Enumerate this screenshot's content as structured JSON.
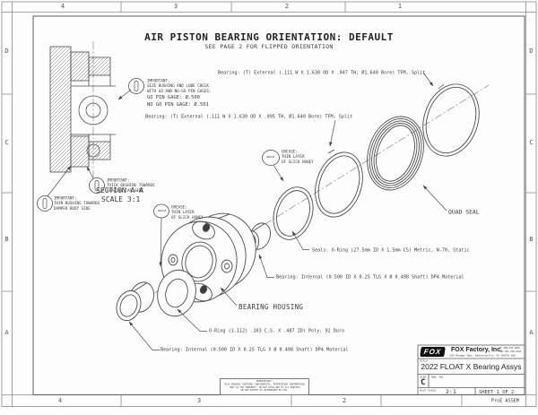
{
  "sheet": {
    "zones_top": [
      "4",
      "3",
      "2",
      "1"
    ],
    "zones_bottom": [
      "4",
      "3",
      "2"
    ],
    "zones_left": [
      "D",
      "C",
      "B",
      "A"
    ],
    "zones_right": [
      "D",
      "C",
      "B",
      "A"
    ],
    "proe_note": "ProE ASSEM"
  },
  "header": {
    "title": "AIR PISTON BEARING ORIENTATION: DEFAULT",
    "subtitle": "SEE PAGE 2 FOR FLIPPED ORIENTATION"
  },
  "section_view": {
    "name": "SECTION A-A",
    "scale": "SCALE 3:1",
    "important_gage": "IMPORTANT:\nSIZE BUSHING AND LUBE CHECK\nWITH GO AND NO-GO PIN GAGES:",
    "go_gage": "GO PIN GAGE: Ø.500",
    "no_go_gage": "NO GO PIN GAGE: Ø.501",
    "important_thick": "IMPORTANT:\nTHICK BUSHING TOWARDS\nBEARING CAP SIDE",
    "important_thin": "IMPORTANT:\nTHIN BUSHING TOWARDS\nDAMPER BODY SIDE"
  },
  "exploded_view": {
    "bearing_thin": "Bearing: (T) External (.111 W X 1.630 OD X .047 TH, Ø1.640 Bore) TFM, Split",
    "bearing_thick": "Bearing: (T) External (.111 W X 1.630 OD X .095 TH, Ø1.640 Bore) TFM, Split",
    "grease_balloon": "GREASE",
    "grease_upper": "GREASE:\nTHIN LAYER\nOF SLICK HONEY",
    "grease_lower": "GREASE:\nTHIN LAYER\nOF SLICK HONEY",
    "seals": "Seals: O-Ring (27.5mm ID X 1.5mm CS) Metric, N-70, Static",
    "bearing_internal_upper": "Bearing: Internal (0.500 ID X 0.25 TLG X Ø 0.498 Shaft)  DP4 Material",
    "bearing_housing": "BEARING HOUSING",
    "oring_poly": "O-Ring (1-112) .103 C.S. X .487 ID) Poly, 92 Duro",
    "bearing_internal_lower": "Bearing: Internal (0.500 ID X 0.25 TLG X Ø 0.498 Shaft)  DP4 Material",
    "quad_seal": "QUAD SEAL"
  },
  "title_block": {
    "logo": "FOX",
    "company": "FOX Factory, Inc.",
    "address": "130 Hangar Way, Watsonville, CA 95076 USA",
    "phone": "Ph 800-FOX-SHOX",
    "fax": "Fax 831-768-9342",
    "title_label": "TITLE",
    "title": "2022 FLOAT X Bearing Assys",
    "size_label": "SIZE",
    "dwg_label": "DWG. NO.",
    "size": "C",
    "plot_scale_label": "PLOT SCALE",
    "plot_scale": "2:1",
    "sheet_of": "SHEET 1 OF 2",
    "proprietary": "PROPRIETARY:\nTHIS DRAWING CONTAINS CONFIDENTIAL, PROPRIETARY INFORMATION\nTHAT IS FOX PROPERTY. DO NOT DISCLOSE TO 3rd PARTIES\nOR USE EXCEPT AS AUTHORIZED BY FOX."
  }
}
